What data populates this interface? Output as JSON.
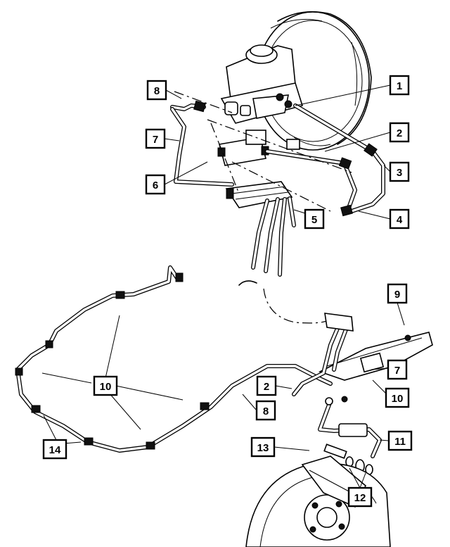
{
  "callouts": {
    "c1": "1",
    "c2a": "2",
    "c2b": "2",
    "c3": "3",
    "c4": "4",
    "c5": "5",
    "c6": "6",
    "c7a": "7",
    "c7b": "7",
    "c8a": "8",
    "c8b": "8",
    "c9": "9",
    "c10a": "10",
    "c10b": "10",
    "c11": "11",
    "c12": "12",
    "c13": "13",
    "c14": "14"
  }
}
